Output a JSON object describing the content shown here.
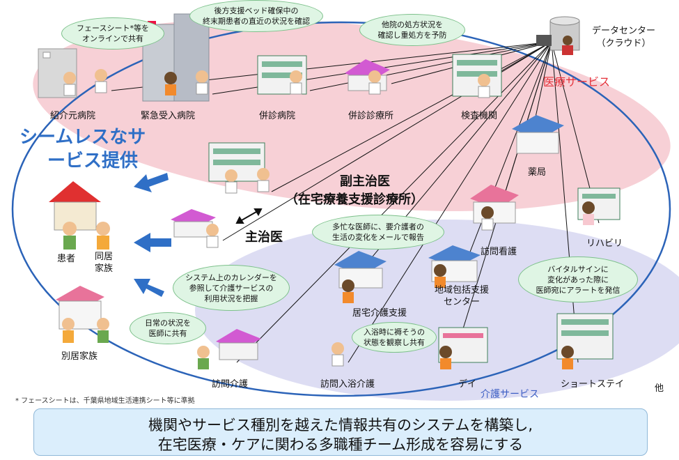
{
  "regions": {
    "medical": {
      "label": "医療サービス",
      "color": "#e5323b"
    },
    "care": {
      "label": "介護サービス",
      "color": "#3d5fc4"
    }
  },
  "datacenter": {
    "line1": "データセンター",
    "line2": "（クラウド）"
  },
  "headline": {
    "line1": "シームレスなサ",
    "line2": "ービス提供",
    "color": "#2f6fc6"
  },
  "center": {
    "sub_doctor": "副主治医",
    "sub_doctor_clinic": "（在宅療養支援診療所）",
    "main_doctor": "主治医"
  },
  "medical_facilities": [
    {
      "id": "referral-hospital",
      "label": "紹介元病院"
    },
    {
      "id": "emergency-hospital",
      "label": "緊急受入病院"
    },
    {
      "id": "affiliated-hospital",
      "label": "併診病院"
    },
    {
      "id": "affiliated-clinic",
      "label": "併診診療所"
    },
    {
      "id": "lab",
      "label": "検査機関"
    },
    {
      "id": "pharmacy",
      "label": "薬局"
    },
    {
      "id": "home-nursing",
      "label": "訪問看護"
    },
    {
      "id": "rehab",
      "label": "リハビリ"
    }
  ],
  "care_facilities": [
    {
      "id": "community-center",
      "label": "地域包括支援\nセンター"
    },
    {
      "id": "home-care-support",
      "label": "居宅介護支援"
    },
    {
      "id": "home-visit-care",
      "label": "訪問介護"
    },
    {
      "id": "bathing-care",
      "label": "訪問入浴介護"
    },
    {
      "id": "day-service",
      "label": "デイ"
    },
    {
      "id": "short-stay",
      "label": "ショートステイ"
    },
    {
      "id": "others",
      "label": "他"
    }
  ],
  "home": {
    "patient": "患者",
    "cohabiting_family": "同居\n家族",
    "separate_family": "別居家族"
  },
  "bubbles": {
    "face_sheet": "フェースシート*等を\nオンラインで共有",
    "backup_bed": "後方支援ベッド確保中の\n終末期患者の直近の状況を確認",
    "prescription": "他院の処方状況を\n確認し重処方を予防",
    "busy_doctor": "多忙な医師に、要介護者の\n生活の変化をメールで報告",
    "calendar": "システム上のカレンダーを\n参照して介護サービスの\n利用状況を把握",
    "daily": "日常の状況を\n医師に共有",
    "bathing": "入浴時に褥そうの\n状態を観察し共有",
    "vitals": "バイタルサインに\n変化があった際に\n医師宛にアラートを発信"
  },
  "footnote": "* フェースシートは、千葉県地域生活連携シート等に準拠",
  "footer": {
    "line1": "機関やサービス種別を越えた情報共有のシステムを構築し,",
    "line2": "在宅医療・ケアに関わる多職種チーム形成を容易にする"
  }
}
